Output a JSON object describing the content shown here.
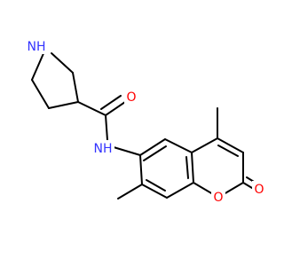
{
  "diagram": {
    "type": "chemical-structure",
    "atoms": {
      "pyrrolidine_nh": {
        "text": "NH",
        "color": "#3333ff"
      },
      "amide_o": {
        "text": "O",
        "color": "#ff0000"
      },
      "amide_nh": {
        "text": "NH",
        "color": "#3333ff"
      },
      "ring_o": {
        "text": "O",
        "color": "#ff0000"
      },
      "carbonyl_o": {
        "text": "O",
        "color": "#ff0000"
      }
    }
  }
}
